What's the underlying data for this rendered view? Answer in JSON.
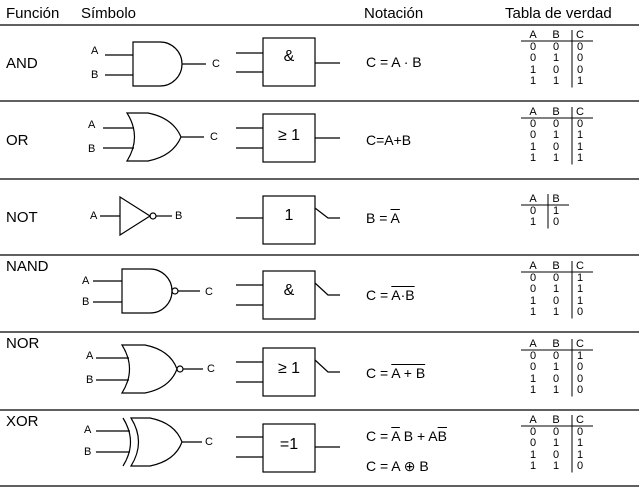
{
  "header": {
    "funcion": "Función",
    "simbolo": "Símbolo",
    "notacion": "Notación",
    "tabla": "Tabla de verdad"
  },
  "rows": [
    {
      "name": "AND",
      "gate": "and",
      "pins": {
        "in1": "A",
        "in2": "B",
        "out": "C"
      },
      "block_symbol": "&",
      "notation": "C = A · B",
      "table": {
        "headers": [
          "A",
          "B",
          "C"
        ],
        "rows": [
          [
            "0",
            "0",
            "0"
          ],
          [
            "0",
            "1",
            "0"
          ],
          [
            "1",
            "0",
            "0"
          ],
          [
            "1",
            "1",
            "1"
          ]
        ]
      }
    },
    {
      "name": "OR",
      "gate": "or",
      "pins": {
        "in1": "A",
        "in2": "B",
        "out": "C"
      },
      "block_symbol": "≥ 1",
      "notation": "C=A+B",
      "table": {
        "headers": [
          "A",
          "B",
          "C"
        ],
        "rows": [
          [
            "0",
            "0",
            "0"
          ],
          [
            "0",
            "1",
            "1"
          ],
          [
            "1",
            "0",
            "1"
          ],
          [
            "1",
            "1",
            "1"
          ]
        ]
      }
    },
    {
      "name": "NOT",
      "gate": "not",
      "pins": {
        "in1": "A",
        "out": "B"
      },
      "block_symbol": "1",
      "notation": {
        "lhs": "B = ",
        "bar": "A"
      },
      "table": {
        "headers": [
          "A",
          "B"
        ],
        "rows": [
          [
            "0",
            "1"
          ],
          [
            "1",
            "0"
          ]
        ]
      }
    },
    {
      "name": "NAND",
      "gate": "nand",
      "pins": {
        "in1": "A",
        "in2": "B",
        "out": "C"
      },
      "block_symbol": "&",
      "notation": {
        "lhs": "C = ",
        "bar": "A·B"
      },
      "table": {
        "headers": [
          "A",
          "B",
          "C"
        ],
        "rows": [
          [
            "0",
            "0",
            "1"
          ],
          [
            "0",
            "1",
            "1"
          ],
          [
            "1",
            "0",
            "1"
          ],
          [
            "1",
            "1",
            "0"
          ]
        ]
      }
    },
    {
      "name": "NOR",
      "gate": "nor",
      "pins": {
        "in1": "A",
        "in2": "B",
        "out": "C"
      },
      "block_symbol": "≥ 1",
      "notation": {
        "lhs": "C = ",
        "bar": "A + B"
      },
      "table": {
        "headers": [
          "A",
          "B",
          "C"
        ],
        "rows": [
          [
            "0",
            "0",
            "1"
          ],
          [
            "0",
            "1",
            "0"
          ],
          [
            "1",
            "0",
            "0"
          ],
          [
            "1",
            "1",
            "0"
          ]
        ]
      }
    },
    {
      "name": "XOR",
      "gate": "xor",
      "pins": {
        "in1": "A",
        "in2": "B",
        "out": "C"
      },
      "block_symbol": "=1",
      "notation": {
        "l1_pre": "C = ",
        "l1_bar1": "A",
        "l1_mid": " B + A",
        "l1_bar2": "B",
        "l2": "C = A ⊕ B"
      },
      "table": {
        "headers": [
          "A",
          "B",
          "C"
        ],
        "rows": [
          [
            "0",
            "0",
            "0"
          ],
          [
            "0",
            "1",
            "1"
          ],
          [
            "1",
            "0",
            "1"
          ],
          [
            "1",
            "1",
            "0"
          ]
        ]
      }
    }
  ]
}
